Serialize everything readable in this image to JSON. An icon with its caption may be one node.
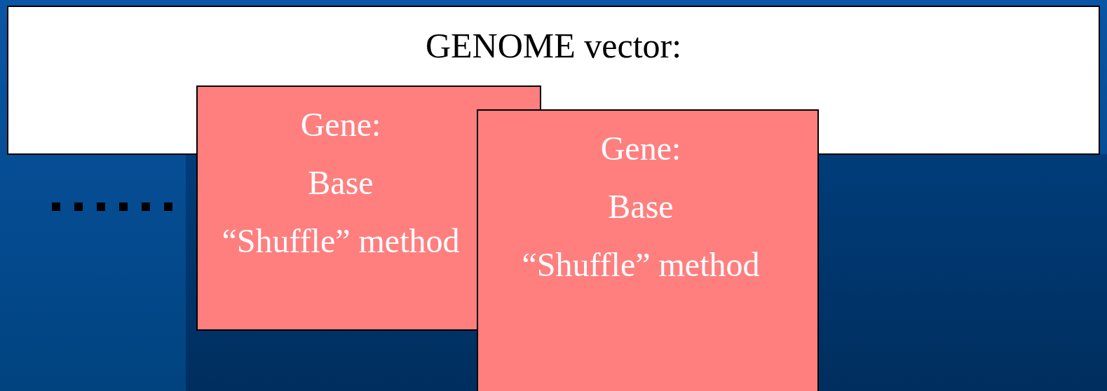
{
  "diagram": {
    "nodes": [
      {
        "text": [
          "GENOME vector:"
        ]
      },
      {
        "text": [
          "Gene:",
          "Base",
          "“Shuffle” method"
        ]
      },
      {
        "text": [
          "Gene:",
          "Base",
          "“Shuffle” method"
        ]
      }
    ],
    "edges": []
  }
}
